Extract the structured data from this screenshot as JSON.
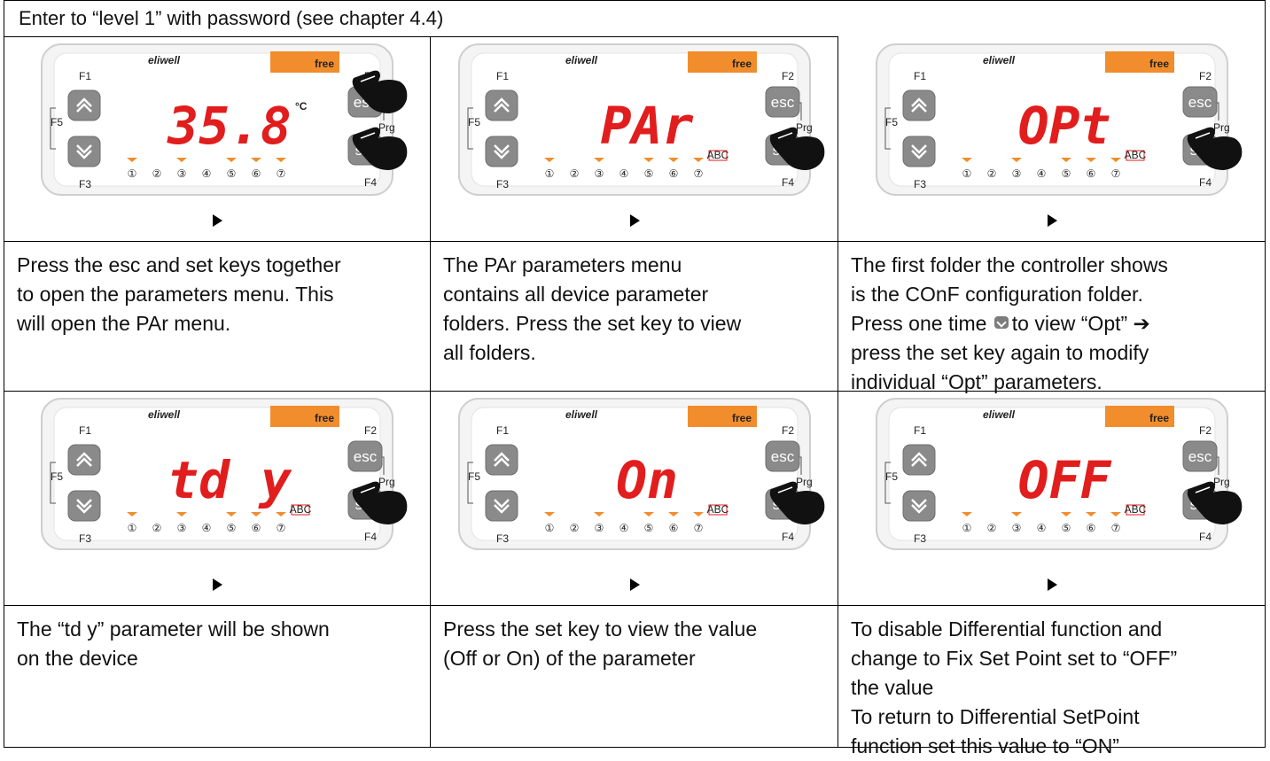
{
  "header": "Enter to “level 1” with password (see chapter 4.4)",
  "device": {
    "brand": "eliwell",
    "badge": "free",
    "labels": {
      "f1": "F1",
      "f2": "F2",
      "f3": "F3",
      "f4": "F4",
      "f5": "F5",
      "prg": "Prg",
      "esc": "esc",
      "set": "set"
    },
    "leds": [
      "①",
      "②",
      "③",
      "④",
      "⑤",
      "⑥",
      "⑦"
    ]
  },
  "steps": [
    {
      "display": "35.8",
      "unit": "°C",
      "abc": "",
      "description": [
        "Press the esc and set keys together",
        "to open the parameters menu. This",
        "will open the PAr menu."
      ]
    },
    {
      "display": "PAr",
      "unit": "",
      "abc": "ABC",
      "description": [
        "The PAr parameters menu",
        "contains all device parameter",
        "folders. Press the set key to view",
        "all folders."
      ]
    },
    {
      "display": "OPt",
      "unit": "",
      "abc": "ABC",
      "description": [
        "The first folder the controller shows",
        "is the COnF configuration folder.",
        "Press one time",
        "to view “Opt” ➔",
        "press the set key again to modify",
        "individual “Opt” parameters."
      ]
    },
    {
      "display": "td y",
      "unit": "",
      "abc": "ABC",
      "description": [
        "The “td y” parameter will be shown",
        "on the device"
      ]
    },
    {
      "display": "On",
      "unit": "",
      "abc": "ABC",
      "description": [
        "Press the set key to view the value",
        "(Off or On) of the parameter"
      ]
    },
    {
      "display": "OFF",
      "unit": "",
      "abc": "ABC",
      "description": [
        "To disable Differential function and",
        "change to Fix Set Point set to “OFF”",
        "the value",
        "To return to  Differential SetPoint",
        "function set this value to “ON”"
      ]
    }
  ]
}
